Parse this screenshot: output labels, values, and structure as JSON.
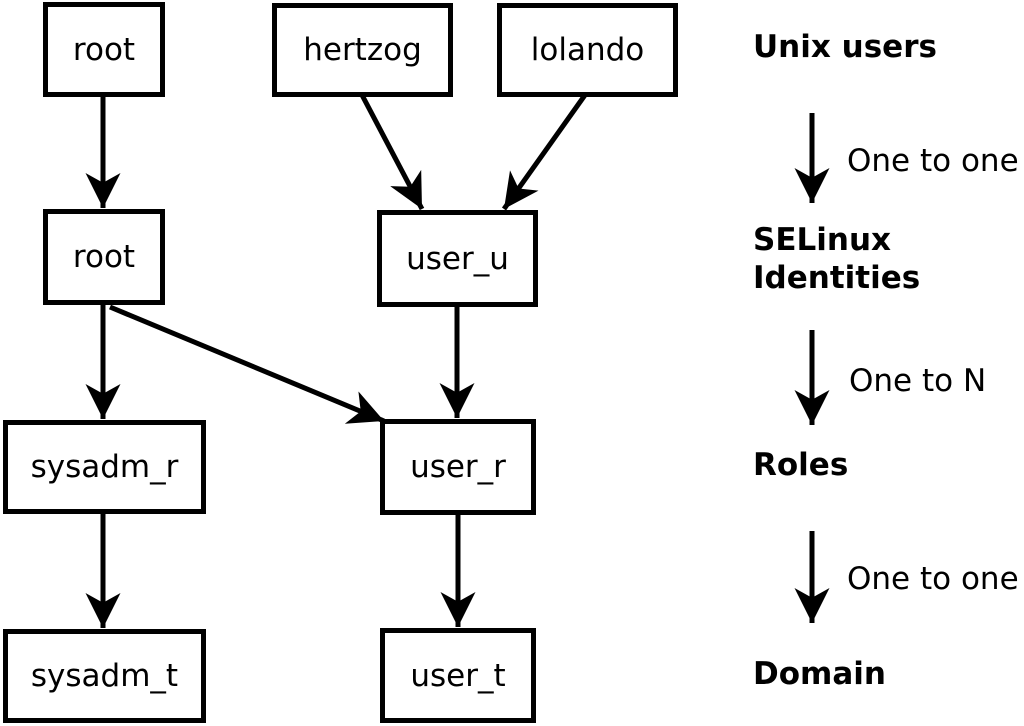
{
  "nodes": {
    "unix_root": "root",
    "unix_hertzog": "hertzog",
    "unix_lolando": "lolando",
    "selinux_root": "root",
    "selinux_user_u": "user_u",
    "role_sysadm_r": "sysadm_r",
    "role_user_r": "user_r",
    "domain_sysadm_t": "sysadm_t",
    "domain_user_t": "user_t"
  },
  "legend": {
    "levels": [
      {
        "label": "Unix users"
      },
      {
        "label": "SELinux\nIdentities"
      },
      {
        "label": "Roles"
      },
      {
        "label": "Domain"
      }
    ],
    "relations": [
      {
        "label": "One to one"
      },
      {
        "label": "One to N"
      },
      {
        "label": "One to one"
      }
    ]
  },
  "colors": {
    "line": "#000000",
    "background": "#ffffff"
  }
}
